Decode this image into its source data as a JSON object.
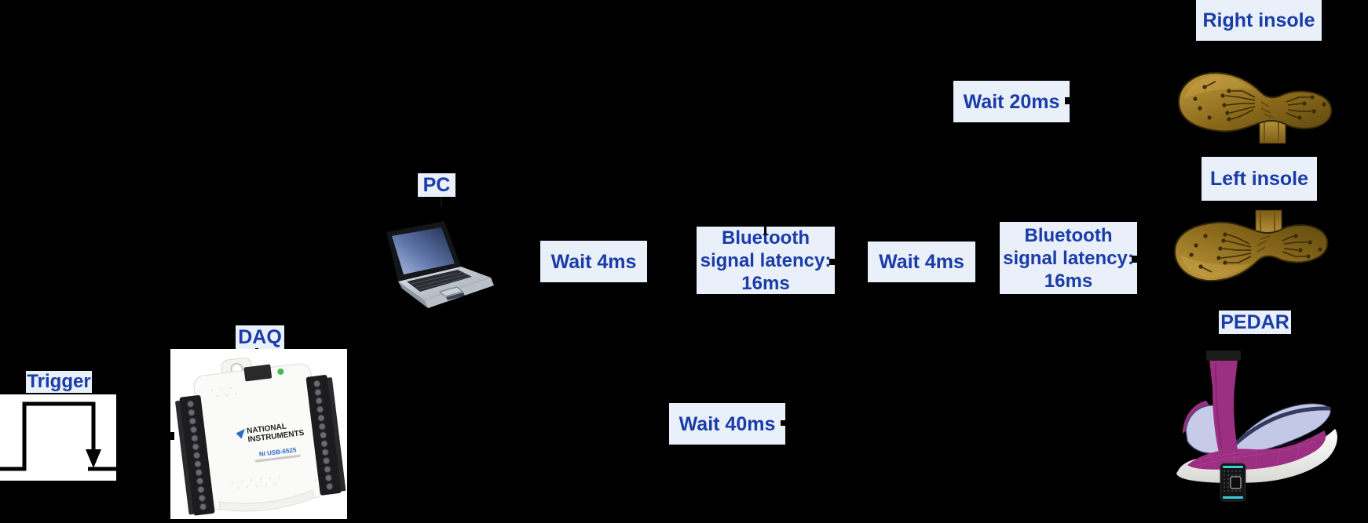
{
  "diagram": {
    "description": "Measurement setup timing diagram on black background",
    "nodes": {
      "trigger": {
        "label": "Trigger"
      },
      "daq": {
        "label": "DAQ",
        "brand_line1": "NATIONAL",
        "brand_line2": "INSTRUMENTS",
        "model": "NI USB-6525"
      },
      "pc": {
        "label": "PC"
      },
      "right_insole": {
        "label": "Right insole"
      },
      "left_insole": {
        "label": "Left insole"
      },
      "pedar": {
        "label": "PEDAR"
      }
    },
    "latencies": {
      "wait4_a": "Wait 4ms",
      "bt_a": {
        "line1": "Bluetooth",
        "line2": "signal latency:",
        "line3": "16ms"
      },
      "wait4_b": "Wait 4ms",
      "bt_b": {
        "line1": "Bluetooth",
        "line2": "signal latency:",
        "line3": "16ms"
      },
      "wait20": "Wait 20ms",
      "wait40": "Wait 40ms"
    },
    "colors": {
      "background": "#000000",
      "label_bg": "#EAF0FA",
      "label_text": "#1A3CA8",
      "insole_gold": "#A5801F",
      "pedar_magenta": "#9C2F82",
      "pedar_lavender": "#C7CBE8",
      "pedar_sole": "#F3F3F1",
      "device_teal": "#3FC8DC",
      "ni_blue": "#2A6BC4"
    }
  }
}
